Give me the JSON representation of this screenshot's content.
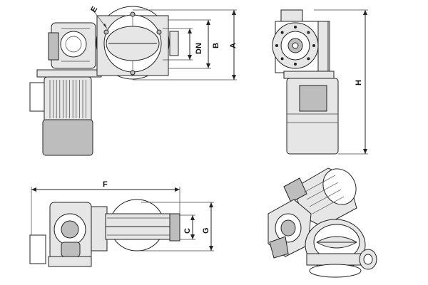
{
  "dimension_labels": {
    "E": "E",
    "DN": "DN",
    "B": "B",
    "A": "A",
    "H": "H",
    "F": "F",
    "C": "C",
    "G": "G"
  },
  "colors": {
    "line": "#222222",
    "fill_light": "#e6e6e6",
    "fill_mid": "#bdbdbd",
    "background": "#ffffff"
  }
}
